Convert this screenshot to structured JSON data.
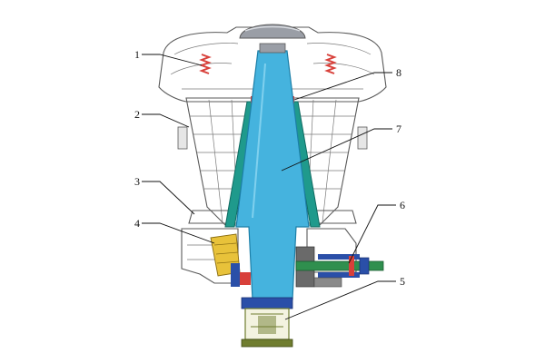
{
  "callouts": [
    {
      "id": "1",
      "label": "1"
    },
    {
      "id": "2",
      "label": "2"
    },
    {
      "id": "3",
      "label": "3"
    },
    {
      "id": "4",
      "label": "4"
    },
    {
      "id": "5",
      "label": "5"
    },
    {
      "id": "6",
      "label": "6"
    },
    {
      "id": "7",
      "label": "7"
    },
    {
      "id": "8",
      "label": "8"
    }
  ],
  "colors": {
    "main_shaft": "#45b3de",
    "shaft_edge": "#1c7fa8",
    "cone_liner": "#1f9a8c",
    "housing_fill": "#f3f3f3",
    "housing_line": "#5a5a5a",
    "spring": "#d8403a",
    "gear_yellow": "#e8c23a",
    "gear_green": "#2f8f4e",
    "drive_blue": "#2a4fa8",
    "bottom_olive": "#6f7d2f",
    "cap_gray": "#9a9ea6"
  }
}
